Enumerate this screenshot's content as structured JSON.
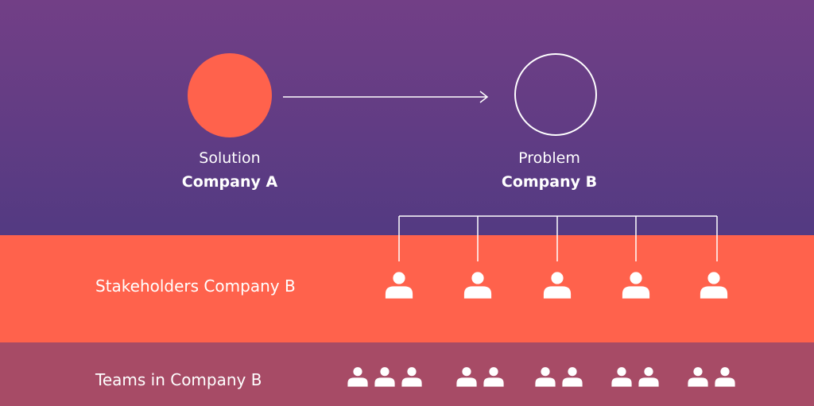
{
  "solution": {
    "label": "Solution",
    "company": "Company A"
  },
  "problem": {
    "label": "Problem",
    "company": "Company B"
  },
  "rows": {
    "stakeholders_label": "Stakeholders Company B",
    "teams_label": "Teams in Company B"
  },
  "counts": {
    "stakeholders": 5,
    "team_groups": [
      3,
      2,
      2,
      2,
      2
    ]
  },
  "colors": {
    "purple_top": "#723f86",
    "purple_bottom": "#533a82",
    "coral": "#ff624c",
    "mauve": "#a74b66",
    "white": "#ffffff"
  },
  "icons": {
    "person": "person-icon"
  }
}
